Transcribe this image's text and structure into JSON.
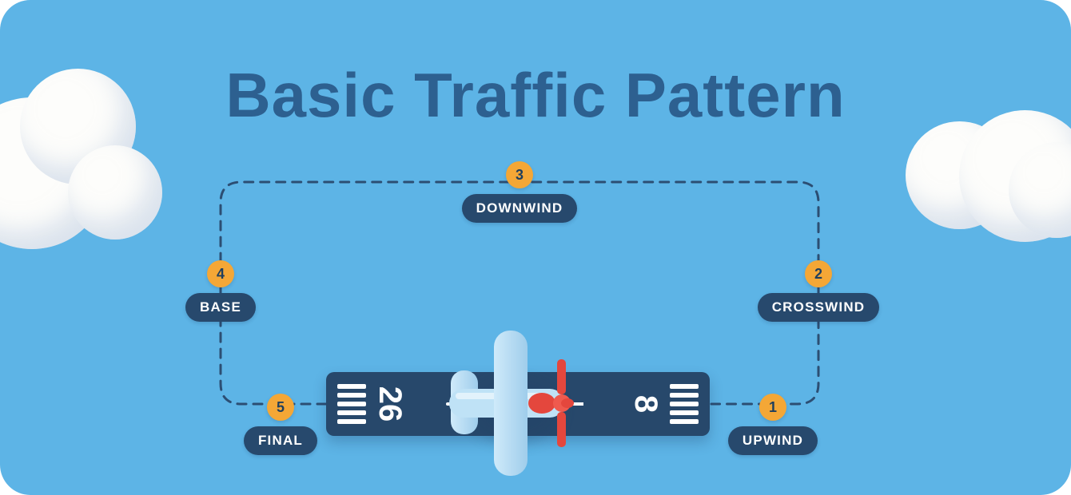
{
  "title": "Basic Traffic Pattern",
  "legs": [
    {
      "num": "1",
      "label": "UPWIND"
    },
    {
      "num": "2",
      "label": "CROSSWIND"
    },
    {
      "num": "3",
      "label": "DOWNWIND"
    },
    {
      "num": "4",
      "label": "BASE"
    },
    {
      "num": "5",
      "label": "FINAL"
    }
  ],
  "runway": {
    "left_number": "26",
    "right_number": "8"
  },
  "colors": {
    "sky": "#5db4e6",
    "navy": "#27496d",
    "orange": "#f4a736",
    "title": "#2d6090",
    "runway": "#27486b",
    "plane_body": "#bfe2f6",
    "plane_red": "#e4473d"
  }
}
